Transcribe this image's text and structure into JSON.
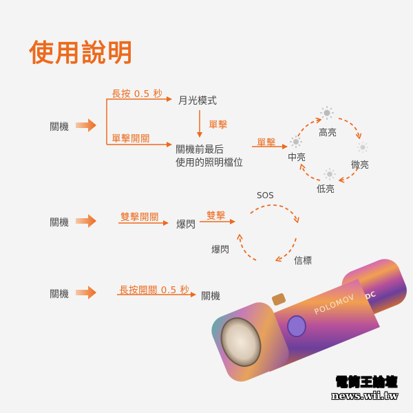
{
  "title": "使用說明",
  "colors": {
    "accent": "#ec6a1c",
    "text": "#444444",
    "background": "#f4f4f4"
  },
  "row1": {
    "start": "關機",
    "branch_top_label": "長按 0.5 秒",
    "branch_top_result": "月光模式",
    "step_down_label": "單擊",
    "branch_bottom_label": "單擊開關",
    "result_line1": "關機前最后",
    "result_line2": "使用的照明檔位",
    "to_cycle_label": "單擊",
    "cycle": {
      "high": "高亮",
      "micro": "微亮",
      "low": "低亮",
      "mid": "中亮"
    }
  },
  "row2": {
    "start": "關機",
    "action_label": "雙擊開關",
    "result": "爆閃",
    "to_cycle_label": "雙擊",
    "cycle": {
      "sos": "SOS",
      "beacon": "信標",
      "strobe": "爆閃"
    }
  },
  "row3": {
    "start": "關機",
    "action_label": "長按開關 0.5 秒",
    "result": "關機"
  },
  "product": {
    "brand": "POLOMOV",
    "model": "DC"
  },
  "watermark": {
    "line1": "電筒王論壇",
    "line2": "news.wii.tw"
  },
  "icons": [
    "arrow-right-icon",
    "brightness-icon"
  ]
}
